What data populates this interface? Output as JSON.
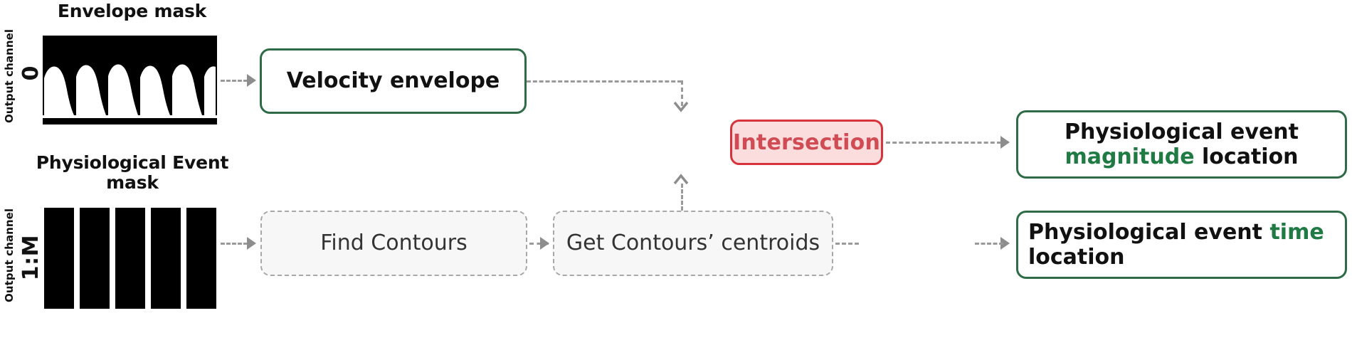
{
  "diagram": {
    "type": "flowchart",
    "background": "#ffffff",
    "colors": {
      "green_border": "#2e6b46",
      "green_text": "#1f7a43",
      "red_border": "#d6333d",
      "red_fill": "#fbdddd",
      "red_text": "#d14b55",
      "dashed_border": "#a8a8a8",
      "dashed_fill": "#f7f7f7",
      "connector": "#8d8d8d",
      "mask_fill": "#000000"
    }
  },
  "inputs": {
    "envelope": {
      "title": "Envelope mask",
      "axis_label": "Output channel",
      "axis_value": "0",
      "mask_type": "velocity-envelope-binary-mask",
      "peak_count": 5
    },
    "event": {
      "title_line1": "Physiological Event",
      "title_line2": "mask",
      "axis_label": "Output channel",
      "axis_value": "1:M",
      "mask_type": "event-bars-binary-mask",
      "bar_count": 5
    }
  },
  "nodes": {
    "velocity_envelope": {
      "label": "Velocity envelope",
      "style": "green-solid"
    },
    "find_contours": {
      "label": "Find Contours",
      "style": "gray-dashed"
    },
    "get_centroids": {
      "label": "Get Contours’ centroids",
      "style": "gray-dashed"
    },
    "intersection": {
      "label": "Intersection",
      "style": "red-solid"
    },
    "magnitude_output": {
      "line1": "Physiological event",
      "line2_green": "magnitude",
      "line2_rest": " location",
      "style": "green-solid"
    },
    "time_output": {
      "line1_rest": "Physiological event ",
      "line1_green": "time",
      "line2": "location",
      "style": "green-solid"
    }
  },
  "edges": [
    {
      "from": "envelope-mask",
      "to": "velocity-envelope",
      "style": "dashed-arrow"
    },
    {
      "from": "velocity-envelope",
      "to": "intersection",
      "style": "dashed-arrow-down"
    },
    {
      "from": "intersection",
      "to": "magnitude-output",
      "style": "dashed-arrow"
    },
    {
      "from": "event-mask",
      "to": "find-contours",
      "style": "dashed-arrow"
    },
    {
      "from": "find-contours",
      "to": "get-centroids",
      "style": "dashed-arrow"
    },
    {
      "from": "get-centroids",
      "to": "intersection",
      "style": "dashed-arrow-up"
    },
    {
      "from": "get-centroids",
      "to": "time-output",
      "style": "dashed-arrow"
    }
  ]
}
